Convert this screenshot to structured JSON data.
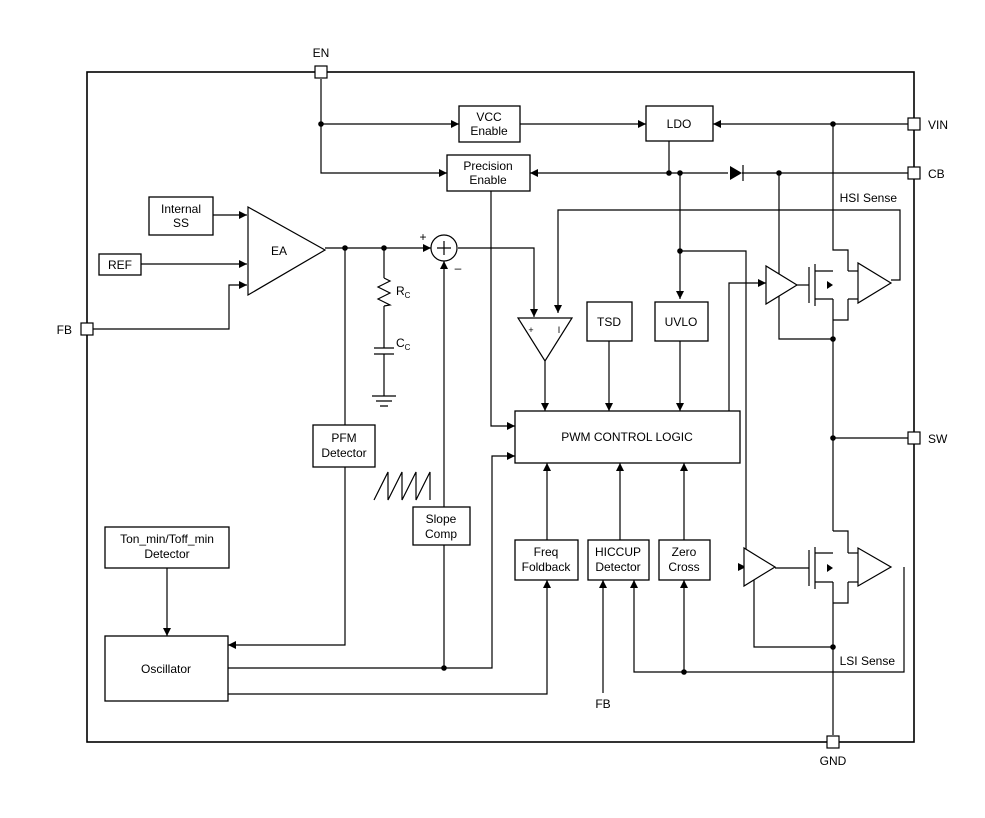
{
  "pins": {
    "en": "EN",
    "vin": "VIN",
    "cb": "CB",
    "fb": "FB",
    "sw": "SW",
    "gnd": "GND",
    "fb_bottom": "FB"
  },
  "blocks": {
    "vcc_enable": [
      "VCC",
      "Enable"
    ],
    "ldo": [
      "LDO"
    ],
    "precision_enable": [
      "Precision",
      "Enable"
    ],
    "internal_ss": [
      "Internal",
      "SS"
    ],
    "ref": [
      "REF"
    ],
    "ea": [
      "EA"
    ],
    "tsd": [
      "TSD"
    ],
    "uvlo": [
      "UVLO"
    ],
    "pwm_control_logic": [
      "PWM CONTROL LOGIC"
    ],
    "pfm_detector": [
      "PFM",
      "Detector"
    ],
    "slope_comp": [
      "Slope",
      "Comp"
    ],
    "freq_foldback": [
      "Freq",
      "Foldback"
    ],
    "hiccup_detector": [
      "HICCUP",
      "Detector"
    ],
    "zero_cross": [
      "Zero",
      "Cross"
    ],
    "ton_toff_detector": [
      "Ton_min/Toff_min",
      "Detector"
    ],
    "oscillator": [
      "Oscillator"
    ]
  },
  "labels": {
    "hsi_sense": "HSI Sense",
    "lsi_sense": "LSI Sense",
    "rc": "R",
    "rc_sub": "C",
    "cc": "C",
    "cc_sub": "C",
    "sum_plus": "+",
    "sum_minus": "–",
    "comp_plus": "+",
    "comp_minus": "I"
  }
}
